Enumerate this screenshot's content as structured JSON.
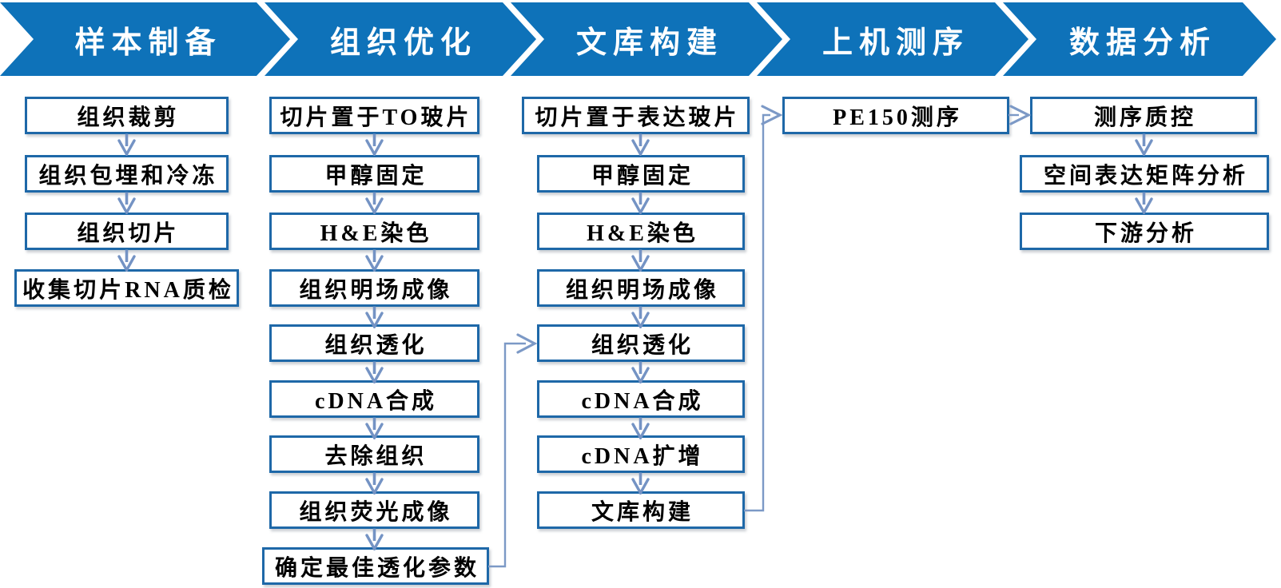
{
  "header": {
    "stages": [
      "样本制备",
      "组织优化",
      "文库构建",
      "上机测序",
      "数据分析"
    ]
  },
  "columns": [
    {
      "stage_index": 0,
      "boxes": [
        "组织裁剪",
        "组织包埋和冷冻",
        "组织切片",
        "收集切片RNA质检"
      ]
    },
    {
      "stage_index": 1,
      "boxes": [
        "切片置于TO玻片",
        "甲醇固定",
        "H&E染色",
        "组织明场成像",
        "组织透化",
        "cDNA合成",
        "去除组织",
        "组织荧光成像",
        "确定最佳透化参数"
      ]
    },
    {
      "stage_index": 2,
      "boxes": [
        "切片置于表达玻片",
        "甲醇固定",
        "H&E染色",
        "组织明场成像",
        "组织透化",
        "cDNA合成",
        "cDNA扩增",
        "文库构建"
      ]
    },
    {
      "stage_index": 3,
      "boxes": [
        "PE150测序"
      ]
    },
    {
      "stage_index": 4,
      "boxes": [
        "测序质控",
        "空间表达矩阵分析",
        "下游分析"
      ]
    }
  ],
  "connectors": [
    {
      "from_stage": "组织优化",
      "from_step": "确定最佳透化参数",
      "to_stage": "文库构建",
      "to_step": "组织透化"
    },
    {
      "from_stage": "文库构建",
      "from_step": "文库构建",
      "to_stage": "上机测序",
      "to_step": "PE150测序"
    },
    {
      "from_stage": "上机测序",
      "from_step": "PE150测序",
      "to_stage": "数据分析",
      "to_step": "测序质控"
    }
  ],
  "colors": {
    "chevron-blue": "#0E72B9",
    "box-border-blue": "#1E68A8",
    "arrow-blue": "#7493C4",
    "connector-blue": "#7C99C6",
    "text-black": "#000000",
    "header-text-white": "#FFFFFF",
    "background": "#FFFFFF"
  }
}
